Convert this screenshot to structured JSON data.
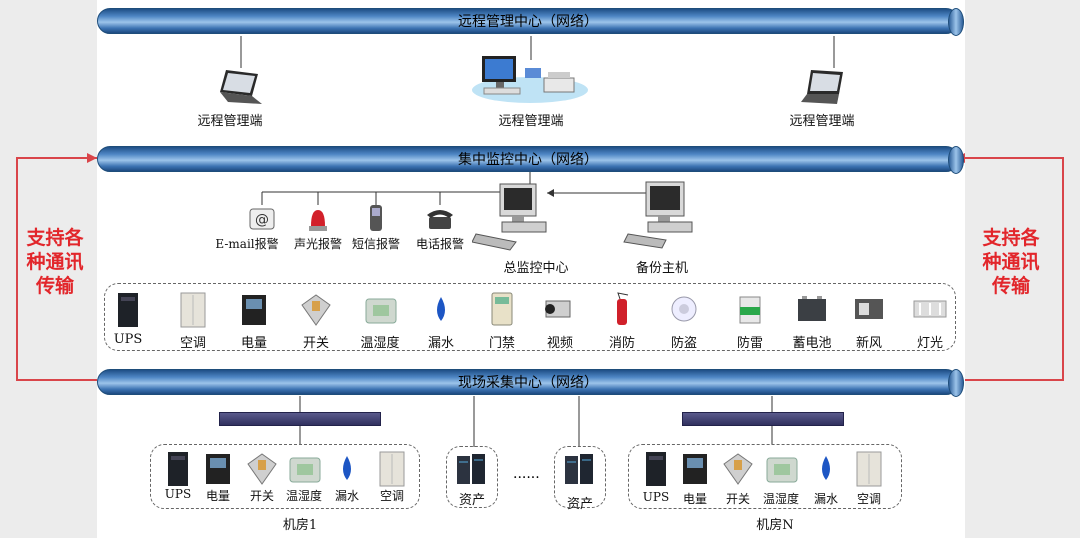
{
  "buses": {
    "remote": "远程管理中心（网络）",
    "central": "集中监控中心（网络）",
    "field": "现场采集中心（网络）"
  },
  "remote_terminals": [
    "远程管理端",
    "远程管理端",
    "远程管理端"
  ],
  "alarms": [
    "E-mail报警",
    "声光报警",
    "短信报警",
    "电话报警"
  ],
  "central_hosts": {
    "main": "总监控中心",
    "backup": "备份主机"
  },
  "devices": [
    "UPS",
    "空调",
    "电量",
    "开关",
    "温湿度",
    "漏水",
    "门禁",
    "视频",
    "消防",
    "防盗",
    "防雷",
    "蓄电池",
    "新风",
    "灯光"
  ],
  "side_note": {
    "left": [
      "支持各",
      "种通讯",
      "传输"
    ],
    "right": [
      "支持各",
      "种通讯",
      "传输"
    ]
  },
  "room1": {
    "name": "机房1",
    "devices": [
      "UPS",
      "电量",
      "开关",
      "温湿度",
      "漏水",
      "空调"
    ]
  },
  "roomN": {
    "name": "机房N",
    "devices": [
      "UPS",
      "电量",
      "开关",
      "温湿度",
      "漏水",
      "空调"
    ]
  },
  "assets": [
    "资产",
    "资产"
  ],
  "ellipsis": "......",
  "colors": {
    "bus": "#3d74b3",
    "accent_red": "#e2262b",
    "arrow": "#d9454a"
  }
}
